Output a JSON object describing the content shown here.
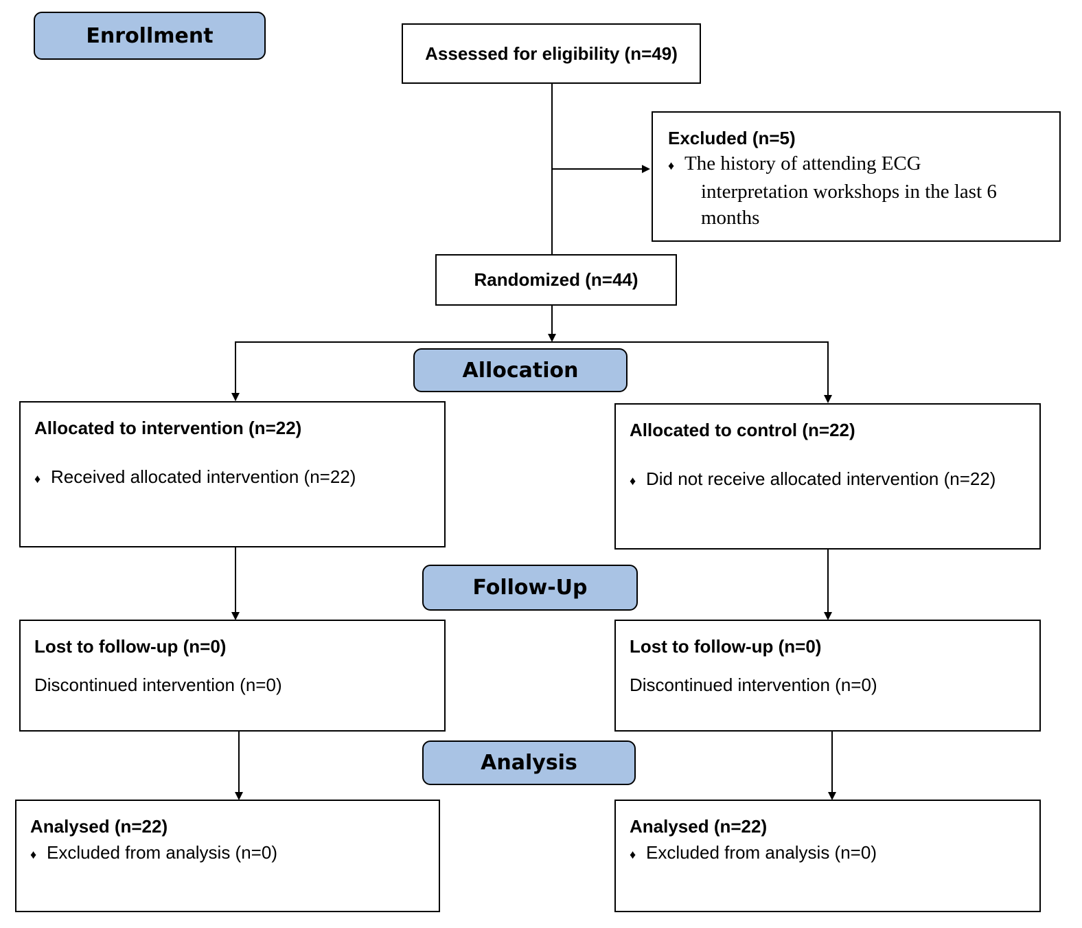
{
  "stages": {
    "enrollment": "Enrollment",
    "allocation": "Allocation",
    "follow_up": "Follow-Up",
    "analysis": "Analysis"
  },
  "assessed": "Assessed for eligibility (n=49)",
  "excluded": {
    "title": "Excluded (n=5)",
    "bullet": "♦",
    "line1": "The history of attending ECG",
    "line2": "interpretation workshops in the last 6",
    "line3": "months"
  },
  "randomized": "Randomized (n=44)",
  "intervention_arm": {
    "allocated_title": "Allocated to intervention (n=22)",
    "allocated_item": "Received allocated intervention (n=22)",
    "followup_title": "Lost to follow-up (n=0)",
    "followup_item": "Discontinued intervention (n=0)",
    "analysis_title": "Analysed (n=22)",
    "analysis_item": "Excluded from analysis (n=0)"
  },
  "control_arm": {
    "allocated_title": "Allocated to control (n=22)",
    "allocated_item": "Did not receive allocated intervention (n=22)",
    "followup_title": "Lost to follow-up (n=0)",
    "followup_item": "Discontinued intervention (n=0)",
    "analysis_title": "Analysed (n=22)",
    "analysis_item": "Excluded from analysis (n=0)"
  },
  "bullet_symbol": "♦"
}
